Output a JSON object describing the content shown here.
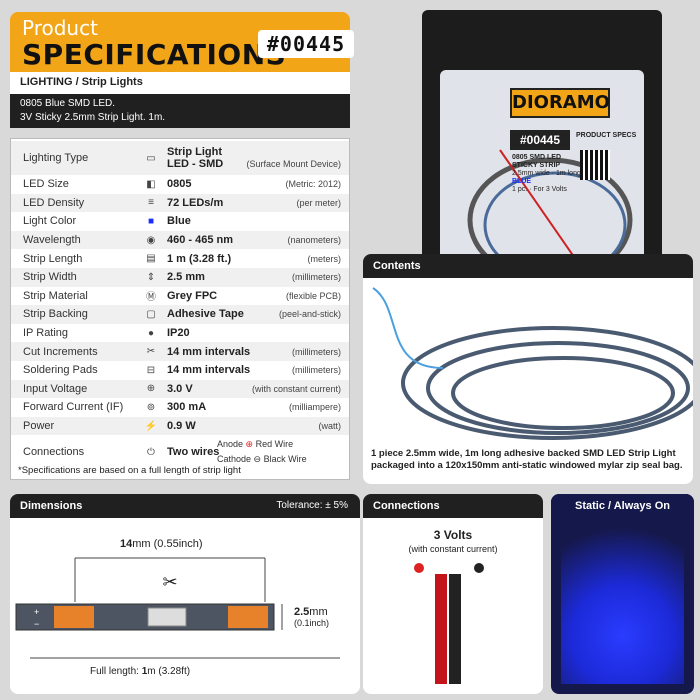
{
  "header": {
    "product": "Product",
    "specifications": "SPECIFICATIONS",
    "code": "#00445"
  },
  "category": "LIGHTING / Strip Lights",
  "description": {
    "line1": "0805 Blue SMD LED.",
    "line2": "3V Sticky 2.5mm Strip Light. 1m."
  },
  "specs": [
    {
      "label": "Lighting Type",
      "value": "Strip Light",
      "value2": "LED - SMD",
      "note": "(Surface Mount Device)",
      "icon": "strip-icon"
    },
    {
      "label": "LED Size",
      "value": "0805",
      "note": "(Metric: 2012)",
      "icon": "led-icon"
    },
    {
      "label": "LED Density",
      "value": "72 LEDs/m",
      "note": "(per meter)",
      "icon": "density-icon"
    },
    {
      "label": "Light Color",
      "value": "Blue",
      "note": "",
      "icon": "color-swatch-icon"
    },
    {
      "label": "Wavelength",
      "value": "460 - 465 nm",
      "note": "(nanometers)",
      "icon": "rainbow-icon"
    },
    {
      "label": "Strip Length",
      "value": "1 m (3.28 ft.)",
      "note": "(meters)",
      "icon": "ruler-icon"
    },
    {
      "label": "Strip Width",
      "value": "2.5 mm",
      "note": "(millimeters)",
      "icon": "width-icon"
    },
    {
      "label": "Strip Material",
      "value": "Grey FPC",
      "note": "(flexible PCB)",
      "icon": "material-icon"
    },
    {
      "label": "Strip Backing",
      "value": "Adhesive Tape",
      "note": "(peel-and-stick)",
      "icon": "tape-icon"
    },
    {
      "label": "IP Rating",
      "value": "IP20",
      "note": "",
      "icon": "drop-icon"
    },
    {
      "label": "Cut Increments",
      "value": "14 mm intervals",
      "note": "(millimeters)",
      "icon": "scissors-icon"
    },
    {
      "label": "Soldering Pads",
      "value": "14 mm intervals",
      "note": "(millimeters)",
      "icon": "pads-icon"
    },
    {
      "label": "Input Voltage",
      "value": "3.0 V",
      "note": "(with constant current)",
      "icon": "voltage-icon"
    },
    {
      "label": "Forward Current (IF)",
      "value": "300 mA",
      "note": "(milliampere)",
      "icon": "current-icon"
    },
    {
      "label": "Power",
      "value": "0.9 W",
      "note": "(watt)",
      "icon": "bolt-icon"
    },
    {
      "label": "Connections",
      "value": "Two wires",
      "note": "",
      "icon": "plug-icon"
    }
  ],
  "connections_row": {
    "anode": "Anode",
    "red": "Red Wire",
    "cathode": "Cathode",
    "black": "Black Wire"
  },
  "footnote": "*Specifications are based on a full length of strip light",
  "bag": {
    "logo": "DIORAMO",
    "code": "#00445",
    "line1": "0805 SMD LED",
    "line2": "STICKY STRIP",
    "line3": "2.5mm wide · 1m long",
    "line4": "BLUE",
    "line5": "1 pc. · For 3 Volts",
    "specs": "PRODUCT SPECS"
  },
  "contents": {
    "title": "Contents",
    "text1": "1 piece 2.5mm wide, 1m long adhesive backed SMD LED Strip Light",
    "text2": "packaged into a 120x150mm anti-static windowed mylar zip seal bag."
  },
  "dimensions": {
    "title": "Dimensions",
    "tolerance": "Tolerance: ± 5%",
    "interval": "14",
    "interval_unit": "mm",
    "interval_inch": "(0.55inch)",
    "width": "2.5",
    "width_unit": "mm",
    "width_inch": "(0.1inch)",
    "full_label": "Full length:",
    "full": "1",
    "full_unit": "m",
    "full_ft": "(3.28ft)"
  },
  "conn_panel": {
    "title": "Connections",
    "volts": "3 Volts",
    "sub": "(with constant current)"
  },
  "static": {
    "title": "Static / Always On"
  },
  "colors": {
    "accent": "#f2a516",
    "blue": "#1a2cff",
    "dark": "#202020"
  }
}
